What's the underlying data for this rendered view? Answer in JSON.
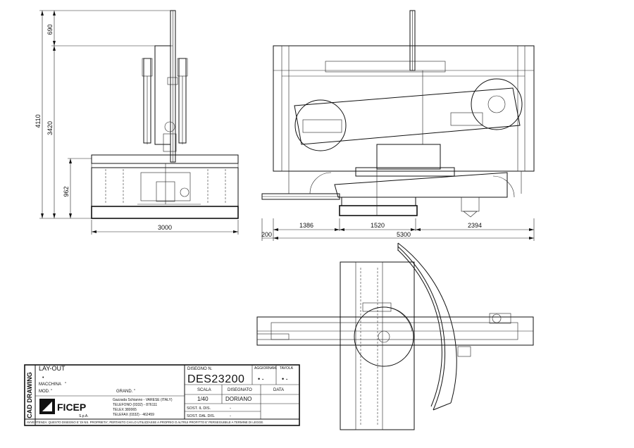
{
  "dimensions": {
    "front": {
      "total_height": "4110",
      "top": "690",
      "mid": "3420",
      "base": "962",
      "width": "3000"
    },
    "side": {
      "left_ext": "200",
      "seg1": "1386",
      "seg2": "1520",
      "seg3": "2394",
      "total": "5300"
    }
  },
  "title_block": {
    "side_label": "CAD DRAWING",
    "title": "LAY-OUT",
    "bullet": "•",
    "macchina_label": "MACCHINA",
    "macchina_value": "\"",
    "mod_label": "MOD.",
    "mod_value": "\"",
    "grand_label": "GRAND.",
    "grand_value": "\"",
    "disegno_label": "DISEGNO N.",
    "disegno_value": "DES23200",
    "aggiornam_label": "AGGIORNAM.",
    "aggiornam_value": "• -",
    "tavola_label": "TAVOLA",
    "tavola_value": "• -",
    "scala_label": "SCALA",
    "scala_value": "1/40",
    "disegnato_label": "DISEGNATO",
    "disegnato_value": "DORIANO",
    "data_label": "DATA",
    "sost_il_label": "SOST. IL DIS.",
    "sost_il_value": "-",
    "sost_dal_label": "SOST. DAL DIS.",
    "sost_dal_value": "-",
    "company": "FICEP",
    "company_sub": "S.p.A.",
    "address_1": "Gazzada Schianno - VARESE (ITALY)",
    "address_2": "TELEFONO (0332) - 876111",
    "address_3": "TELEX 380065",
    "address_4": "TELEFAX (0332) - 462459",
    "warning": "AVVERTENZA: QUESTO DISEGNO E' DI NS. PROPRIETA'; PERTANTO CHI LO UTILIZZASSE A PROPRIO O ALTRUI PROFITTO E' PERSEGUIBILE A TERMINE DI LEGGE."
  }
}
